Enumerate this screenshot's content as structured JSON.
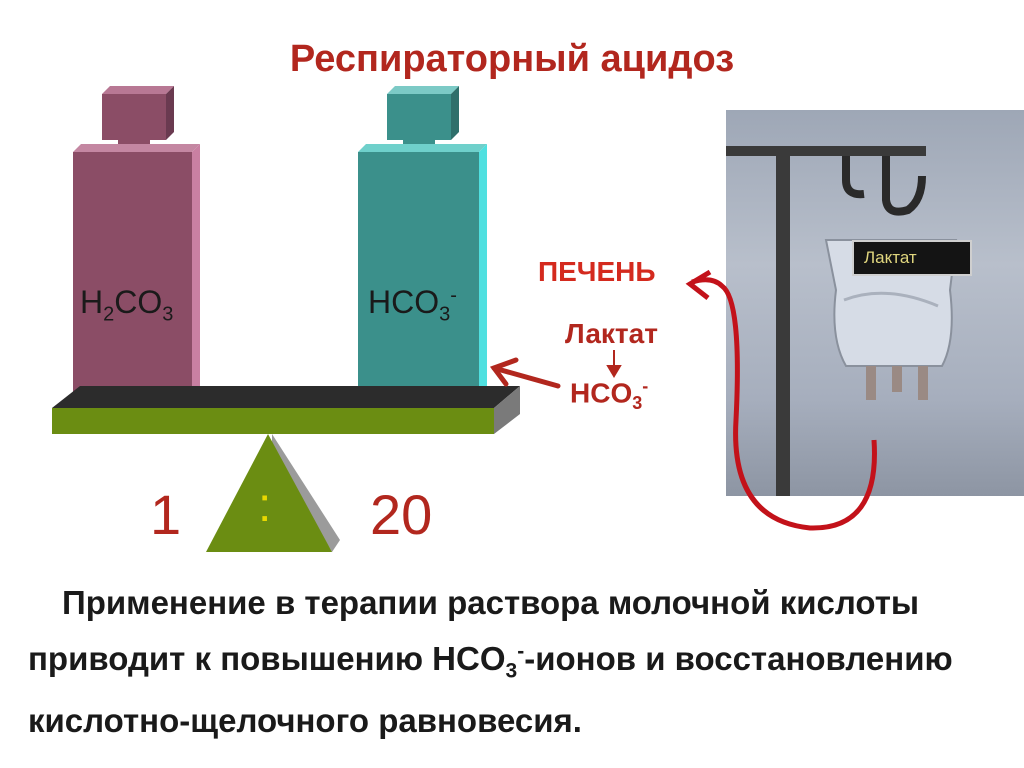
{
  "title": "Респираторный ацидоз",
  "scale": {
    "left_bottle": {
      "main": "H",
      "sub1": "2",
      "mid": "CO",
      "sub2": "3"
    },
    "right_bottle": {
      "main": "HCO",
      "sub": "3",
      "sup": "-"
    },
    "ratio_left": "1",
    "ratio_colon": ":",
    "ratio_right": "20"
  },
  "annotations": {
    "liver": "ПЕЧЕНЬ",
    "lactat": "Лактат",
    "hco3_main": "HCO",
    "hco3_sub": "3",
    "hco3_sup": "-"
  },
  "photo": {
    "bag_label": "Лактат"
  },
  "paragraph": {
    "part1": "Применение в терапии раствора  молочной кислоты приводит к повышению HCO",
    "sub": "3",
    "sup": "-",
    "part2": "-ионов и восстановлению кислотно-щелочного равновесия."
  },
  "colors": {
    "title": "#b2271e",
    "left_bottle": "#8b4d66",
    "right_bottle": "#3b908b",
    "beam": "#6b8d12",
    "fulcrum": "#6b8d12",
    "arrow": "#b2271e"
  }
}
